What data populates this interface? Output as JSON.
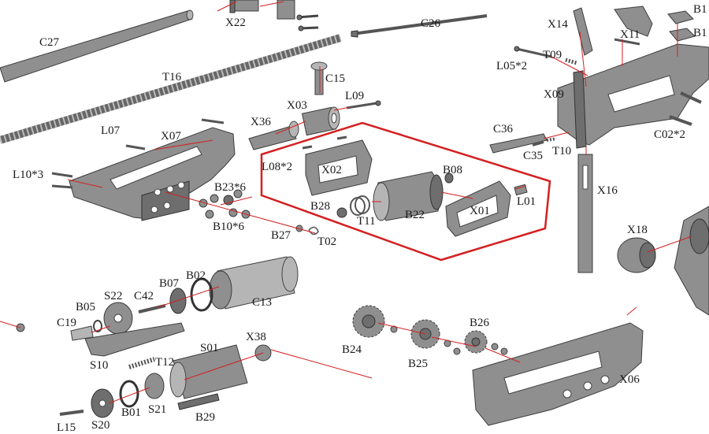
{
  "labels": {
    "X22": "X22",
    "C27": "C27",
    "C26": "C26",
    "X14": "X14",
    "X11": "X11",
    "B1a": "B1",
    "B1b": "B1",
    "T16": "T16",
    "C15": "C15",
    "L09": "L09",
    "X03": "X03",
    "X36": "X36",
    "L07": "L07",
    "X07": "X07",
    "L05": "L05*2",
    "T09": "T09",
    "X09": "X09",
    "C36": "C36",
    "C35": "C35",
    "T10": "T10",
    "C02": "C02*2",
    "L10": "L10*3",
    "L08": "L08*2",
    "X02": "X02",
    "B08": "B08",
    "B23": "B23*6",
    "B28": "B28",
    "B22": "B22",
    "X01": "X01",
    "L01": "L01",
    "T11": "T11",
    "B10": "B10*6",
    "B27": "B27",
    "T02": "T02",
    "X16": "X16",
    "X18": "X18",
    "B02": "B02",
    "B07": "B07",
    "S22": "S22",
    "C42": "C42",
    "B05": "B05",
    "C13": "C13",
    "C19": "C19",
    "B26": "B26",
    "X38": "X38",
    "S01": "S01",
    "S10": "S10",
    "T12": "T12",
    "B24": "B24",
    "B25": "B25",
    "X06": "X06",
    "S21": "S21",
    "B01": "B01",
    "S20": "S20",
    "L15": "L15",
    "B29": "B29"
  },
  "colors": {
    "highlight_box": "#d42020",
    "leader": "#d42020",
    "part_fill": "#8f8f8f",
    "part_stroke": "#3d3d3d",
    "label_text": "#1a1a1a"
  }
}
